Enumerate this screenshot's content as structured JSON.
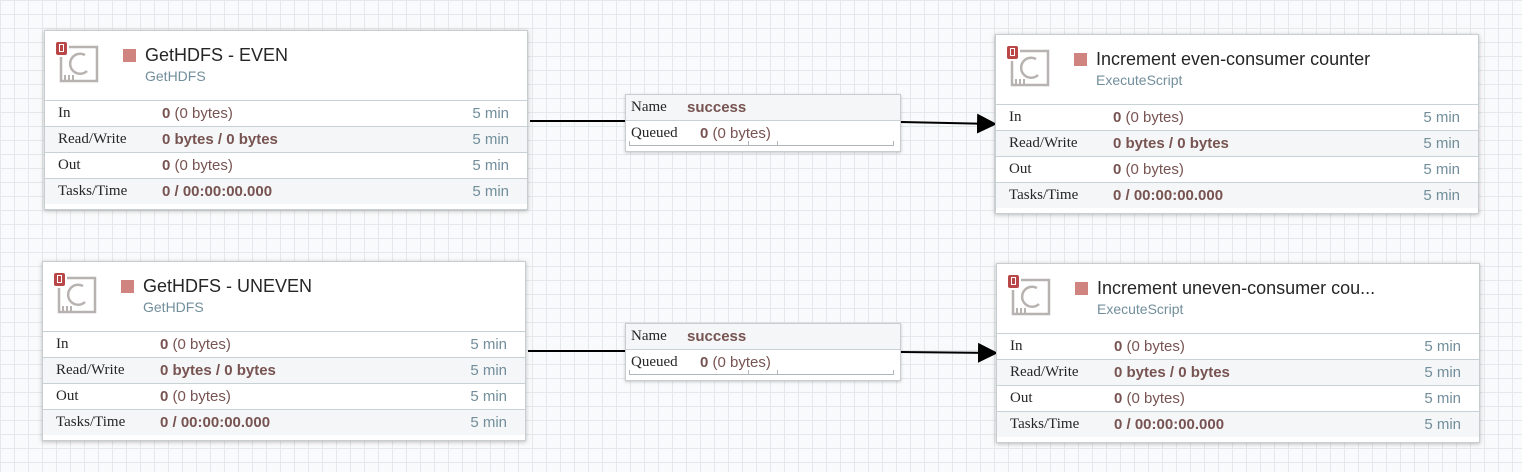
{
  "processors": [
    {
      "name": "GetHDFS - EVEN",
      "type": "GetHDFS",
      "in": {
        "label": "In",
        "count": "0",
        "size": "(0 bytes)",
        "time": "5 min"
      },
      "rw": {
        "label": "Read/Write",
        "value": "0 bytes / 0 bytes",
        "time": "5 min"
      },
      "out": {
        "label": "Out",
        "count": "0",
        "size": "(0 bytes)",
        "time": "5 min"
      },
      "tasks": {
        "label": "Tasks/Time",
        "value": "0 / 00:00:00.000",
        "time": "5 min"
      }
    },
    {
      "name": "Increment even-consumer counter",
      "type": "ExecuteScript",
      "in": {
        "label": "In",
        "count": "0",
        "size": "(0 bytes)",
        "time": "5 min"
      },
      "rw": {
        "label": "Read/Write",
        "value": "0 bytes / 0 bytes",
        "time": "5 min"
      },
      "out": {
        "label": "Out",
        "count": "0",
        "size": "(0 bytes)",
        "time": "5 min"
      },
      "tasks": {
        "label": "Tasks/Time",
        "value": "0 / 00:00:00.000",
        "time": "5 min"
      }
    },
    {
      "name": "GetHDFS - UNEVEN",
      "type": "GetHDFS",
      "in": {
        "label": "In",
        "count": "0",
        "size": "(0 bytes)",
        "time": "5 min"
      },
      "rw": {
        "label": "Read/Write",
        "value": "0 bytes / 0 bytes",
        "time": "5 min"
      },
      "out": {
        "label": "Out",
        "count": "0",
        "size": "(0 bytes)",
        "time": "5 min"
      },
      "tasks": {
        "label": "Tasks/Time",
        "value": "0 / 00:00:00.000",
        "time": "5 min"
      }
    },
    {
      "name": "Increment uneven-consumer cou...",
      "type": "ExecuteScript",
      "in": {
        "label": "In",
        "count": "0",
        "size": "(0 bytes)",
        "time": "5 min"
      },
      "rw": {
        "label": "Read/Write",
        "value": "0 bytes / 0 bytes",
        "time": "5 min"
      },
      "out": {
        "label": "Out",
        "count": "0",
        "size": "(0 bytes)",
        "time": "5 min"
      },
      "tasks": {
        "label": "Tasks/Time",
        "value": "0 / 00:00:00.000",
        "time": "5 min"
      }
    }
  ],
  "connections": [
    {
      "name_label": "Name",
      "name": "success",
      "queued_label": "Queued",
      "queued_count": "0",
      "queued_size": "(0 bytes)"
    },
    {
      "name_label": "Name",
      "name": "success",
      "queued_label": "Queued",
      "queued_count": "0",
      "queued_size": "(0 bytes)"
    }
  ],
  "colors": {
    "stopped": "#cf8480",
    "value": "#775351",
    "muted": "#728e9b",
    "grid": "#e3e8eb"
  },
  "icons": {
    "processor": "processor-icon",
    "stopped": "stopped-icon"
  }
}
